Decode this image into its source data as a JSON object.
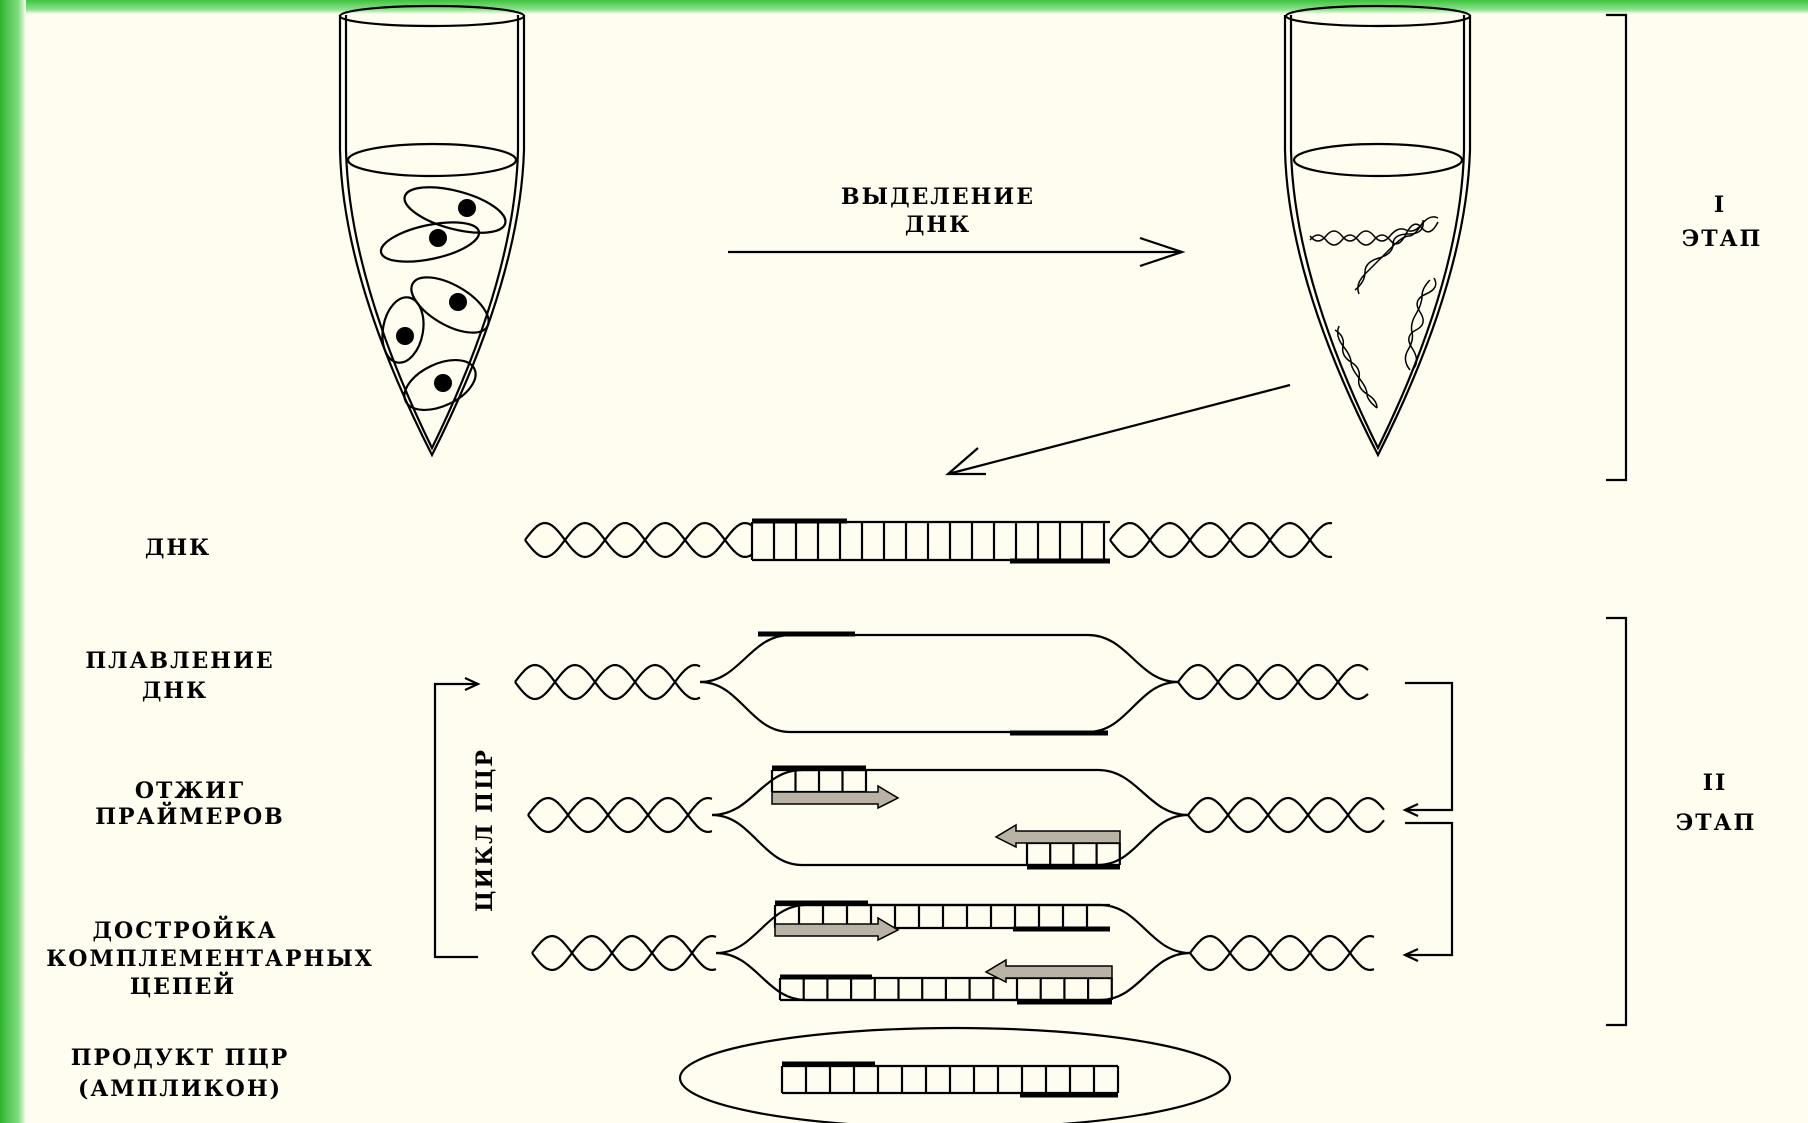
{
  "labels": {
    "dna_isolation_1": "ВЫДЕЛЕНИЕ",
    "dna_isolation_2": "ДНК",
    "stage1_num": "I",
    "stage1_word": "ЭТАП",
    "stage2_num": "II",
    "stage2_word": "ЭТАП",
    "dna": "ДНК",
    "melting_1": "ПЛАВЛЕНИЕ",
    "melting_2": "ДНК",
    "annealing_1": "ОТЖИГ",
    "annealing_2": "ПРАЙМЕРОВ",
    "extension_1": "ДОСТРОЙКА",
    "extension_2": "КОМПЛЕМЕНТАРНЫХ",
    "extension_3": "ЦЕПЕЙ",
    "product_1": "ПРОДУКТ ПЦР",
    "product_2": "(АМПЛИКОН)",
    "cycle": "ЦИКЛ ПЦР"
  },
  "colors": {
    "frame_green": "#3fc33f",
    "background": "#fefdf0",
    "primer_arrow": "#b9b2a5"
  }
}
